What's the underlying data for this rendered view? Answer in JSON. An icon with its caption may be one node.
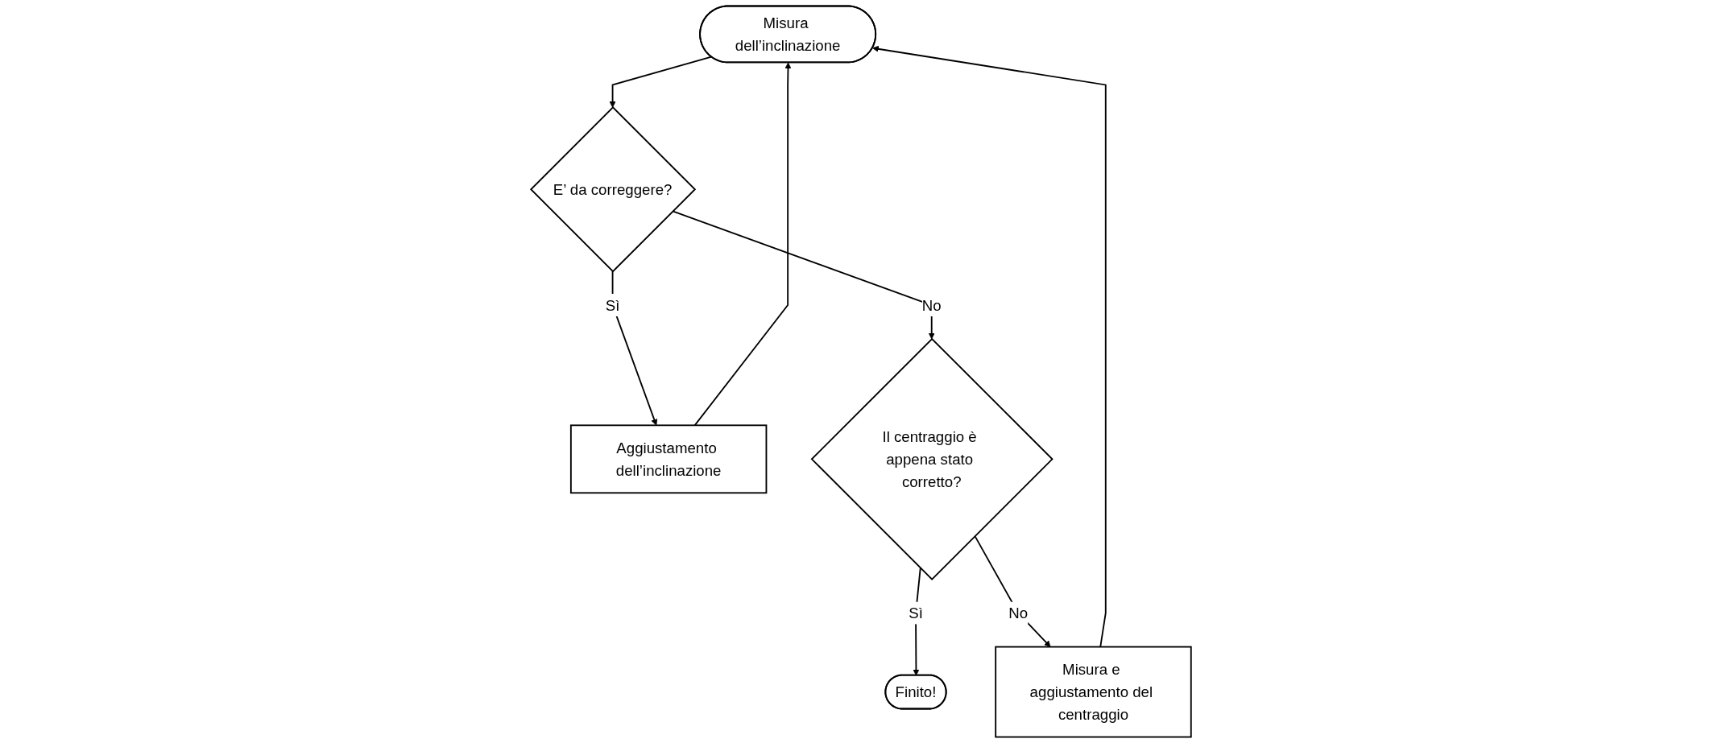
{
  "diagram": {
    "nodes": [
      {
        "text": [
          "Misura dell’inclinazione"
        ]
      },
      {
        "text": [
          "E’ da correggere?"
        ]
      },
      {
        "text": [
          "Aggiustamento dell’inclinazione"
        ]
      },
      {
        "text": [
          "Il centraggio è appena stato corretto?"
        ]
      },
      {
        "text": [
          "Misura e aggiustamento del centraggio"
        ]
      },
      {
        "text": [
          "Finito!"
        ]
      }
    ],
    "edges": [
      {
        "from": 0,
        "to": 1,
        "arrow": "to"
      },
      {
        "from": 1,
        "to": 2,
        "arrow": "to",
        "label": "Sì"
      },
      {
        "from": 1,
        "to": 3,
        "arrow": "to",
        "label": "No"
      },
      {
        "from": 2,
        "to": 0,
        "arrow": "to"
      },
      {
        "from": 3,
        "to": 5,
        "arrow": "to",
        "label": "Sì"
      },
      {
        "from": 3,
        "to": 4,
        "arrow": "to",
        "label": "No"
      },
      {
        "from": 4,
        "to": 0,
        "arrow": "to"
      }
    ]
  }
}
